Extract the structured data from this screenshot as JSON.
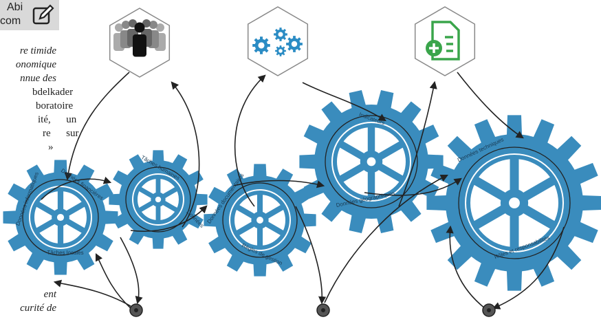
{
  "logo": {
    "line1": "Abi",
    "line2": "com",
    "icon": "edit-pencil-icon"
  },
  "article": {
    "italic_top": [
      "re timide",
      "onomique",
      "nnue des"
    ],
    "plain": [
      "bdelkader",
      "boratoire",
      "ité,      un",
      "re      sur",
      "»"
    ],
    "italic_bottom": [
      "ent",
      "curité de"
    ]
  },
  "icons": [
    {
      "name": "people-icon",
      "color": "#222222"
    },
    {
      "name": "gears-icon",
      "color": "#2b8cc4"
    },
    {
      "name": "add-document-icon",
      "color": "#3aa54b"
    }
  ],
  "gears": [
    {
      "name": "gear-1",
      "labels": [
        "Données informatiques",
        "Données financières",
        "Tâches locales"
      ]
    },
    {
      "name": "gear-2",
      "labels": [
        "Tâches humaines",
        "Données"
      ]
    },
    {
      "name": "gear-3",
      "labels": [
        "Données documentaires",
        "Règles de gestion"
      ]
    },
    {
      "name": "gear-4",
      "labels": [
        "Indicateurs",
        "Données géographiques"
      ]
    },
    {
      "name": "gear-5",
      "labels": [
        "Données techniques",
        "Rôles et responsabilités"
      ]
    }
  ],
  "colors": {
    "gear": "#3a8cbd",
    "hex_stroke": "#888888",
    "line": "#222222",
    "node": "#444444"
  }
}
